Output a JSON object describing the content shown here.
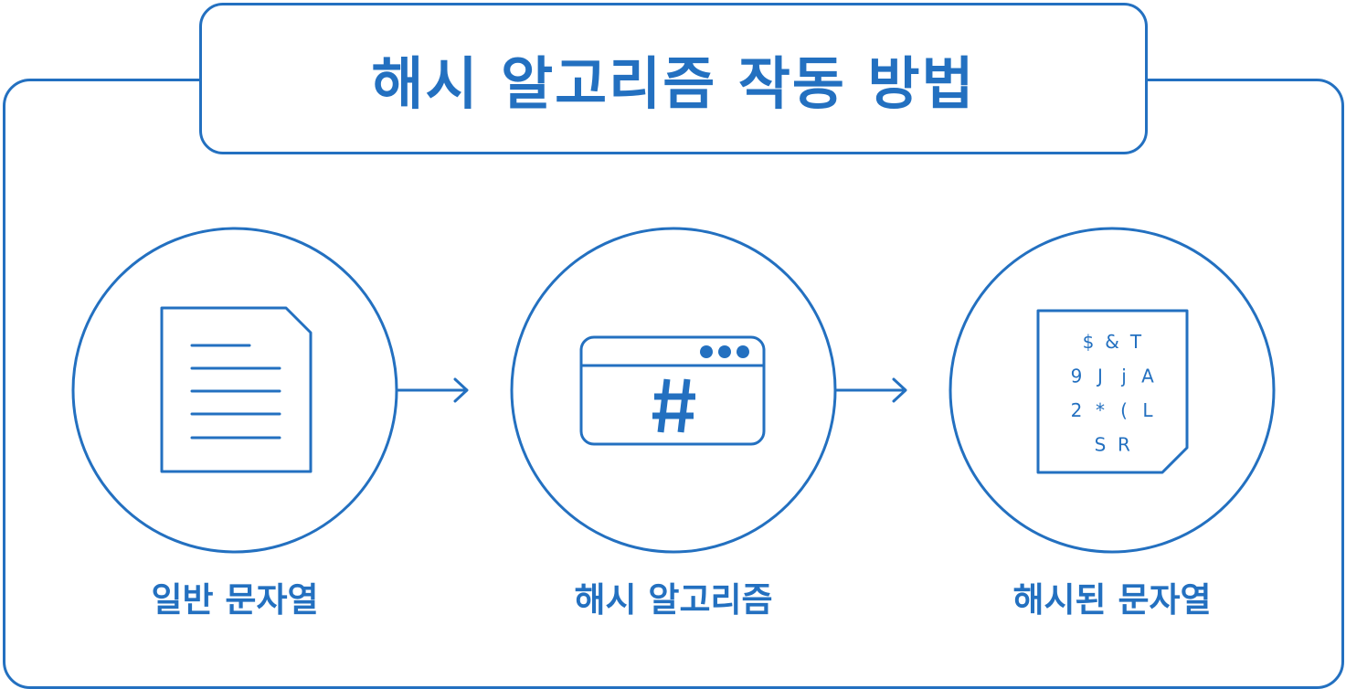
{
  "title": "해시 알고리즘 작동 방법",
  "steps": [
    {
      "label": "일반 문자열",
      "icon": "document-icon"
    },
    {
      "label": "해시 알고리즘",
      "icon": "hash-window-icon"
    },
    {
      "label": "해시된 문자열",
      "icon": "hashed-document-icon"
    }
  ],
  "hashed_rows": [
    [
      "$",
      "&",
      "T"
    ],
    [
      "9",
      "J",
      "j",
      "A"
    ],
    [
      "2",
      "*",
      "(",
      "L"
    ],
    [
      "S",
      "R"
    ]
  ],
  "hash_symbol": "#",
  "colors": {
    "primary": "#2370c0",
    "background": "#ffffff"
  }
}
